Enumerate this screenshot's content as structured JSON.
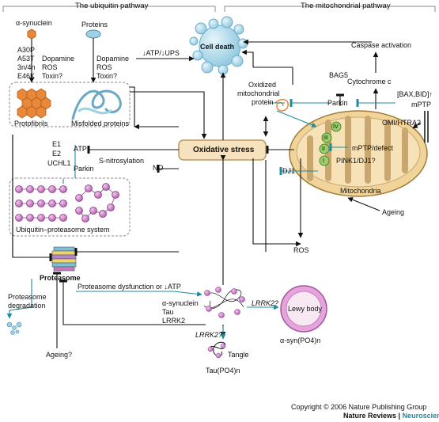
{
  "headers": {
    "left": "The ubiquitin pathway",
    "right": "The mitochondrial pathway"
  },
  "cell_death": "Cell death",
  "oxidative_stress": "Oxidative stress",
  "ubiquitin": {
    "alpha_synuclein": "α-synuclein",
    "mutations": [
      "A30P",
      "A53T",
      "3n/4n",
      "E46K"
    ],
    "factors_left": [
      "Dopamine",
      "ROS",
      "Toxin?"
    ],
    "proteins": "Proteins",
    "factors_right": [
      "Dopamine",
      "ROS",
      "Toxin?"
    ],
    "atp_ups": "↓ATP/↓UPS",
    "protofibrils": "Protofibrils",
    "misfolded": "Misfolded proteins",
    "e_enzymes": [
      "E1",
      "E2",
      "UCHL1"
    ],
    "atp": "ATP",
    "parkin": "Parkin",
    "s_nitrosylation": "S-nitrosylation",
    "no": "NO",
    "ups": "Ubiquitin–proteasome system",
    "proteasome": "Proteasome",
    "proteasome_degradation": [
      "Proteasome",
      "degradation"
    ],
    "dysfunction": "Proteasome dysfunction or ↓ATP",
    "aggregate_labels": [
      "α-synuclein",
      "Tau",
      "LRRK2"
    ],
    "lrrk2_q1": "LRRK2?",
    "lrrk2_q2": "LRRK2?",
    "lewy_body": "Lewy body",
    "alpha_syn_po": "α-syn(PO4)n",
    "tangle": "Tangle",
    "tau_po": "Tau(PO4)n",
    "ageing_q": "Ageing?"
  },
  "mito": {
    "caspase": "Caspase activation",
    "cytochrome": "Cytochrome c",
    "bag5": "BAG5",
    "parkin": "Parkin",
    "oxidized": [
      "Oxidized",
      "mitochondrial",
      "protein"
    ],
    "bax_bid": "[BAX,BID]↑",
    "mptp": "mPTP",
    "omi": "OMI/HTRA2",
    "complexes": [
      "IV",
      "III",
      "II",
      "I"
    ],
    "mptp_defect": "mPTP/defect",
    "pink1": "PINK1/DJ1?",
    "dj1": "DJ1",
    "mitochondria": "Mitochondria",
    "ageing": "Ageing",
    "ros": "ROS"
  },
  "footer": {
    "copyright": "Copyright © 2006 Nature Publishing Group",
    "journal": "Nature Reviews",
    "sep": " | ",
    "section": "Neuroscience"
  },
  "colors": {
    "orange": "#e8883a",
    "blue": "#9fd0e4",
    "teal": "#1f8aa0",
    "purple": "#c678c0",
    "mito": "#f1d49a",
    "complex": "#9bcc6a"
  }
}
